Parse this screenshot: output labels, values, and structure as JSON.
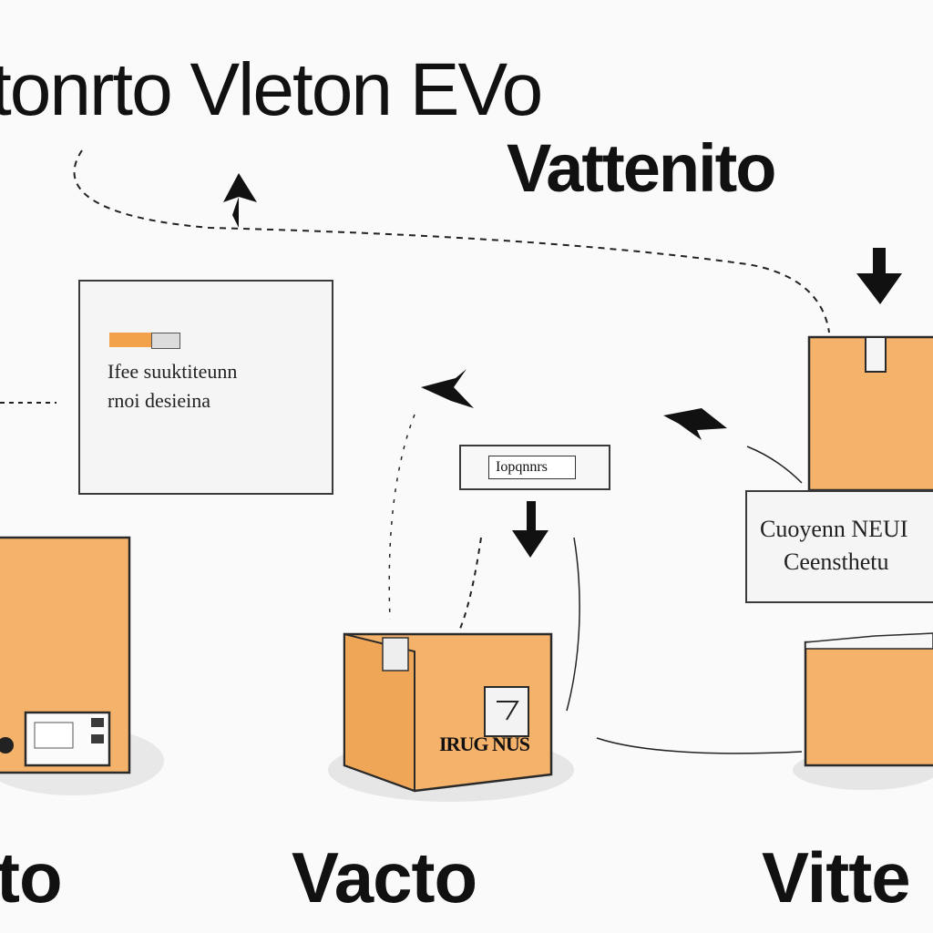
{
  "title": {
    "line1": "tonrto Vleton EVo",
    "line2": "Vattenito"
  },
  "info_panel": {
    "line1": "Ifee suuktiteunn",
    "line2": "rnoi desieina"
  },
  "tag_label": {
    "text": "Iopqnnrs"
  },
  "status_panel": {
    "line1": "Cuoyenn NEUI",
    "line2": "Ceensthetu"
  },
  "box_labels": {
    "center_box": "IRUG NUS"
  },
  "bottom_labels": {
    "left": "to",
    "center": "Vacto",
    "right": "Vitte"
  },
  "colors": {
    "box_fill": "#f5b26b",
    "box_stroke": "#2a2a2a",
    "highlight": "#f2a24a",
    "line": "#222222",
    "shadow": "#e6e6e6"
  }
}
